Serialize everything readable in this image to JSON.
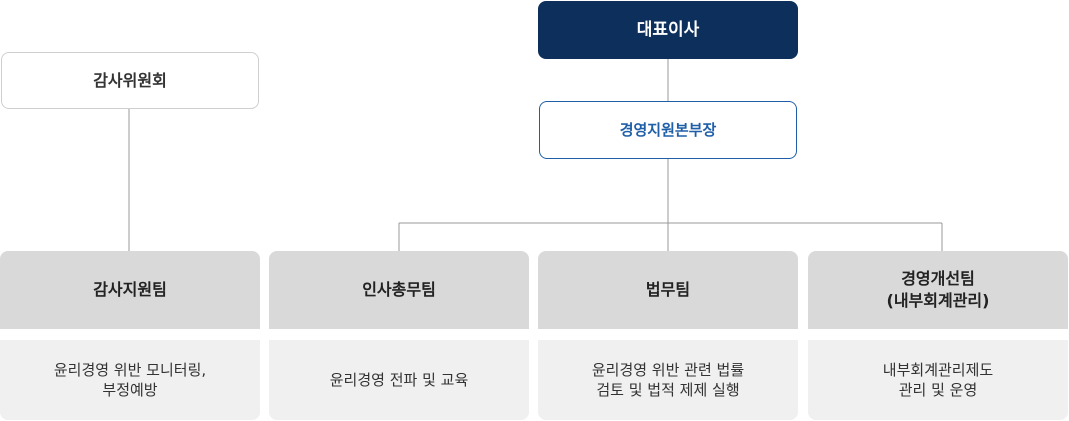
{
  "ceo": {
    "label": "대표이사"
  },
  "audit_committee": {
    "label": "감사위원회"
  },
  "management_support_hq": {
    "label": "경영지원본부장"
  },
  "teams": [
    {
      "label": "감사지원팀",
      "description": "윤리경영 위반 모니터링,\n부정예방"
    },
    {
      "label": "인사총무팀",
      "description": "윤리경영 전파 및 교육"
    },
    {
      "label": "법무팀",
      "description": "윤리경영 위반 관련 법률\n검토 및 법적 제제 실행"
    },
    {
      "label": "경영개선팀\n(내부회계관리)",
      "description": "내부회계관리제도\n관리 및 운영"
    }
  ]
}
